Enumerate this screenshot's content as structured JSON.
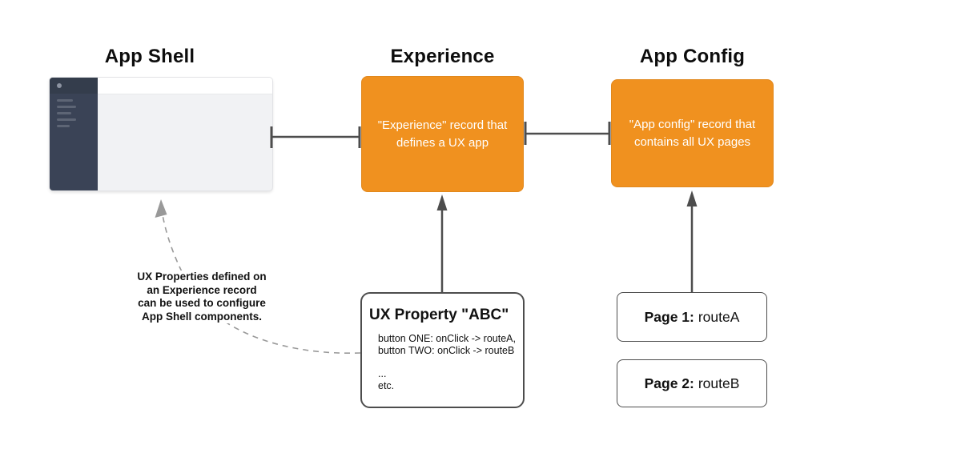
{
  "colors": {
    "record_fill": "#f0911f",
    "sidebar_dark": "#3a4356",
    "connector": "#4d4d4d",
    "dashed_connector": "#999999"
  },
  "sections": {
    "app_shell": {
      "title": "App Shell"
    },
    "experience": {
      "title": "Experience",
      "box_text": "\"Experience\" record that defines a UX app"
    },
    "app_config": {
      "title": "App Config",
      "box_text": "\"App config\" record that contains all UX pages"
    }
  },
  "note": {
    "lines": [
      "UX Properties defined on",
      "an Experience record",
      "can be used to configure",
      "App Shell components."
    ]
  },
  "ux_property": {
    "title": "UX Property \"ABC\"",
    "lines": [
      "button ONE: onClick -> routeA,",
      "button TWO: onClick -> routeB"
    ],
    "ellipsis": "...",
    "etc": "etc."
  },
  "pages": [
    {
      "label": "Page 1:",
      "value": "routeA"
    },
    {
      "label": "Page 2:",
      "value": "routeB"
    }
  ]
}
